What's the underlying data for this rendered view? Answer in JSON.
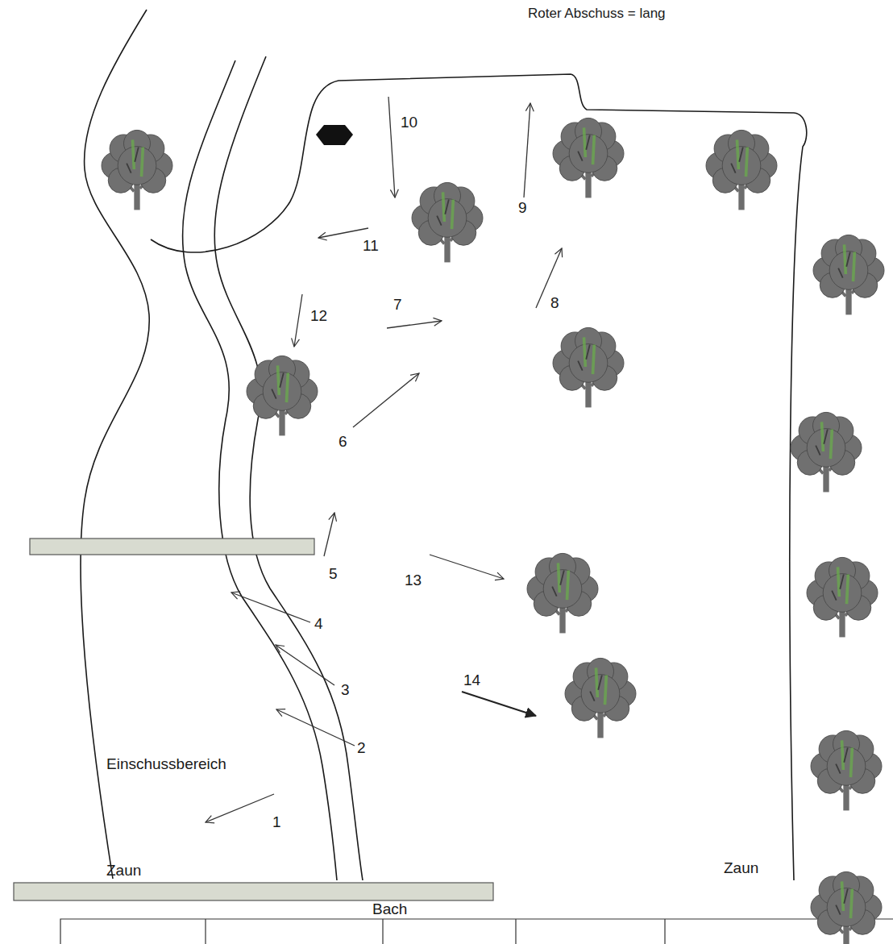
{
  "diagram": {
    "labels": [
      "Roter Abschuss = lang",
      "10",
      "9",
      "11",
      "8",
      "12",
      "7",
      "6",
      "5",
      "13",
      "4",
      "3",
      "14",
      "2",
      "Einschussbereich",
      "1",
      "Zaun",
      "Zaun",
      "Bach"
    ]
  }
}
